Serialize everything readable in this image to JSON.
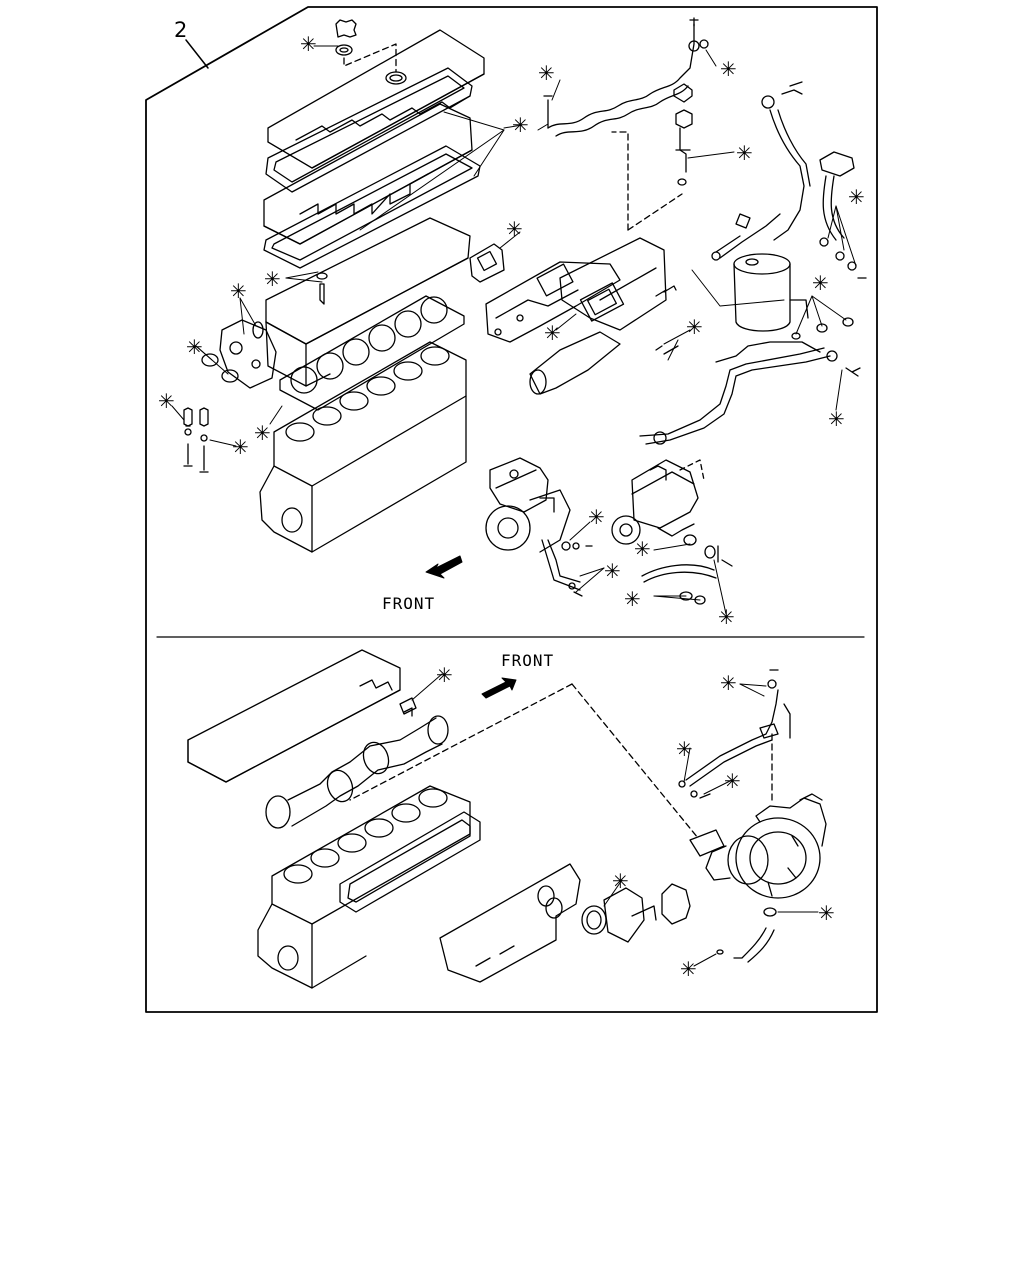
{
  "diagram": {
    "callout_number": "2",
    "front_label_top": "FRONT",
    "front_label_bottom": "FRONT",
    "mark_symbol": "✳"
  },
  "icons": {
    "front_arrow_top": "arrow-down-left-icon",
    "front_arrow_bottom": "arrow-up-right-icon"
  }
}
